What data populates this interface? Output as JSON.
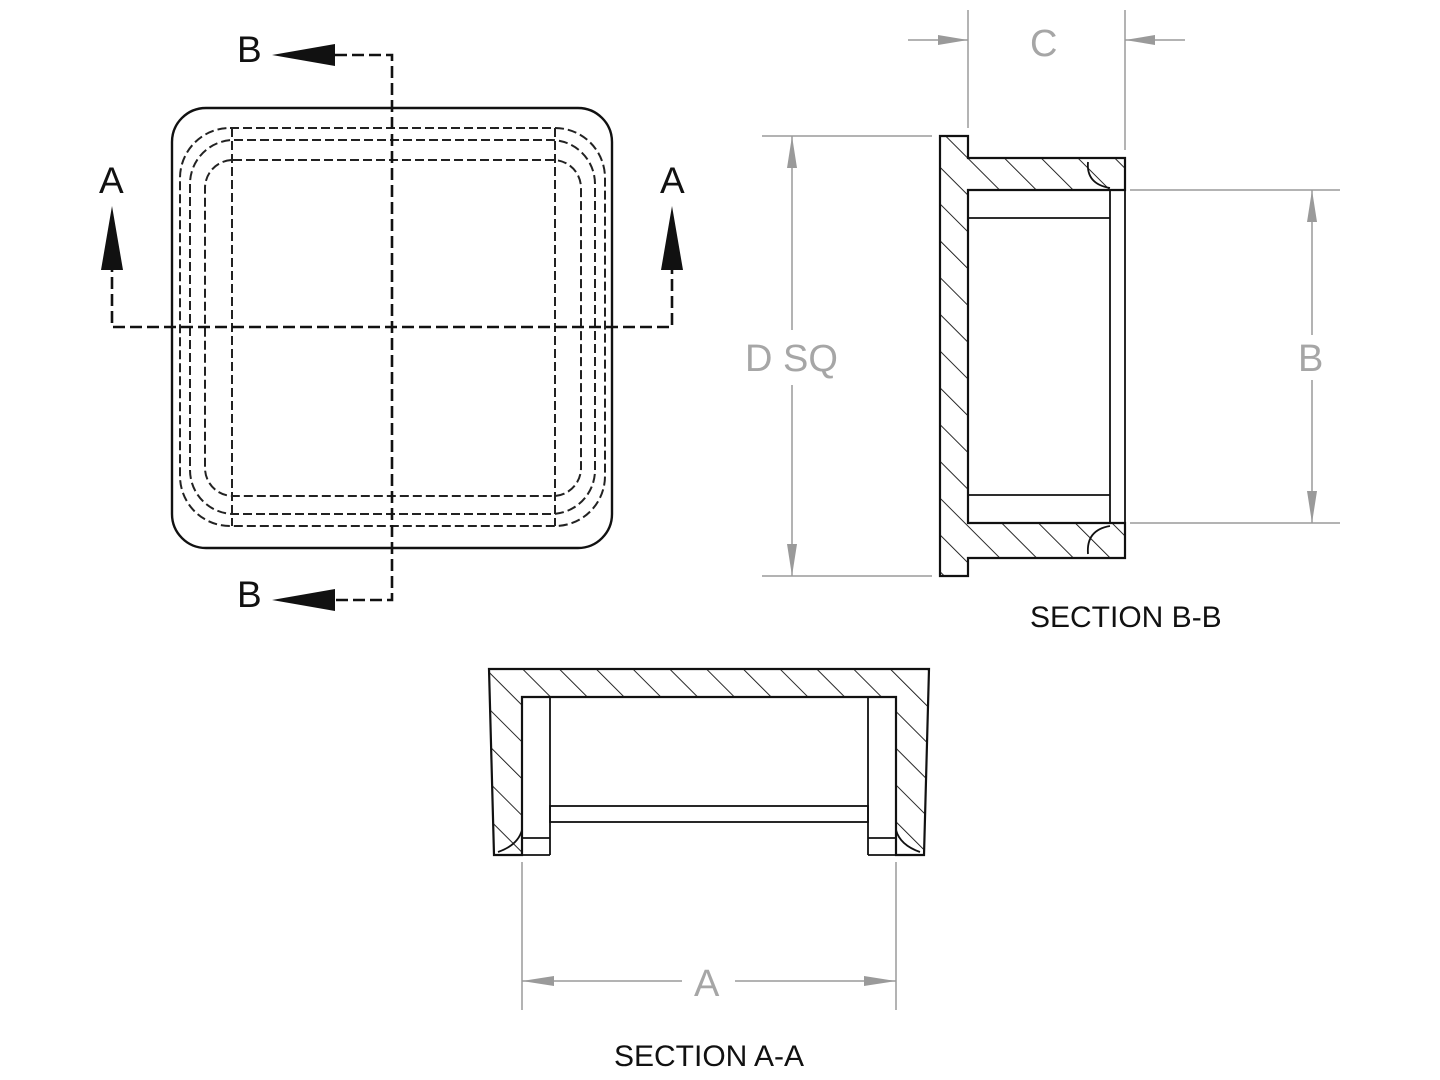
{
  "front_view": {
    "section_label_a": "A",
    "section_label_b": "B"
  },
  "section_b_b": {
    "caption": "SECTION B-B",
    "dim_c": "C",
    "dim_d": "D SQ",
    "dim_b": "B"
  },
  "section_a_a": {
    "caption": "SECTION A-A",
    "dim_a": "A"
  },
  "colors": {
    "line": "#111111",
    "dimension": "#9a9a9a"
  }
}
